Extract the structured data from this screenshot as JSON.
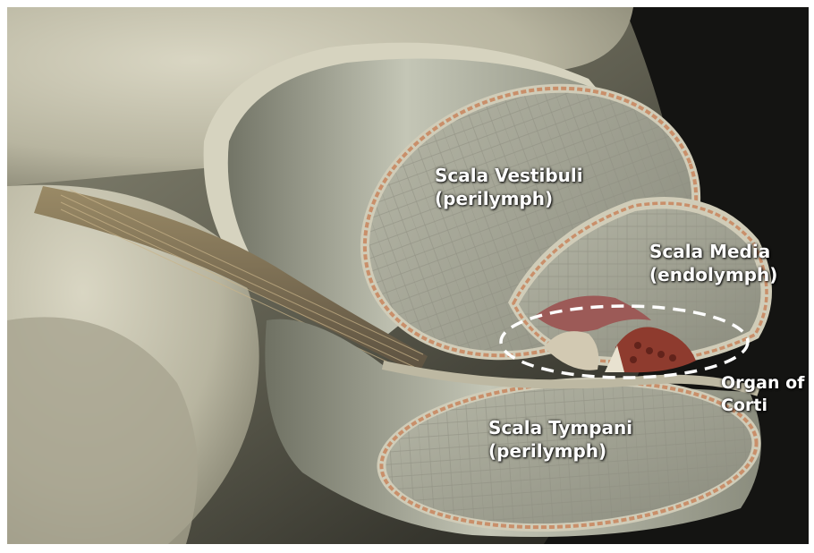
{
  "labels": {
    "scala_vestibuli": {
      "line1": "Scala Vestibuli",
      "line2": "(perilymph)"
    },
    "scala_media": {
      "line1": "Scala Media",
      "line2": "(endolymph)"
    },
    "scala_tympani": {
      "line1": "Scala Tympani",
      "line2": "(perilymph)"
    },
    "organ_of_corti": {
      "line1": "Organ of",
      "line2": "Corti"
    }
  },
  "colors": {
    "bone": "#cfcbb7",
    "duct_inner": "#a9ab9d",
    "membrane_edge": "#c98f6a",
    "tissue_red": "#8e3b2e",
    "background_dark": "#1a1a18",
    "highlight_outline": "#ffffff",
    "label_text": "#ffffff"
  }
}
